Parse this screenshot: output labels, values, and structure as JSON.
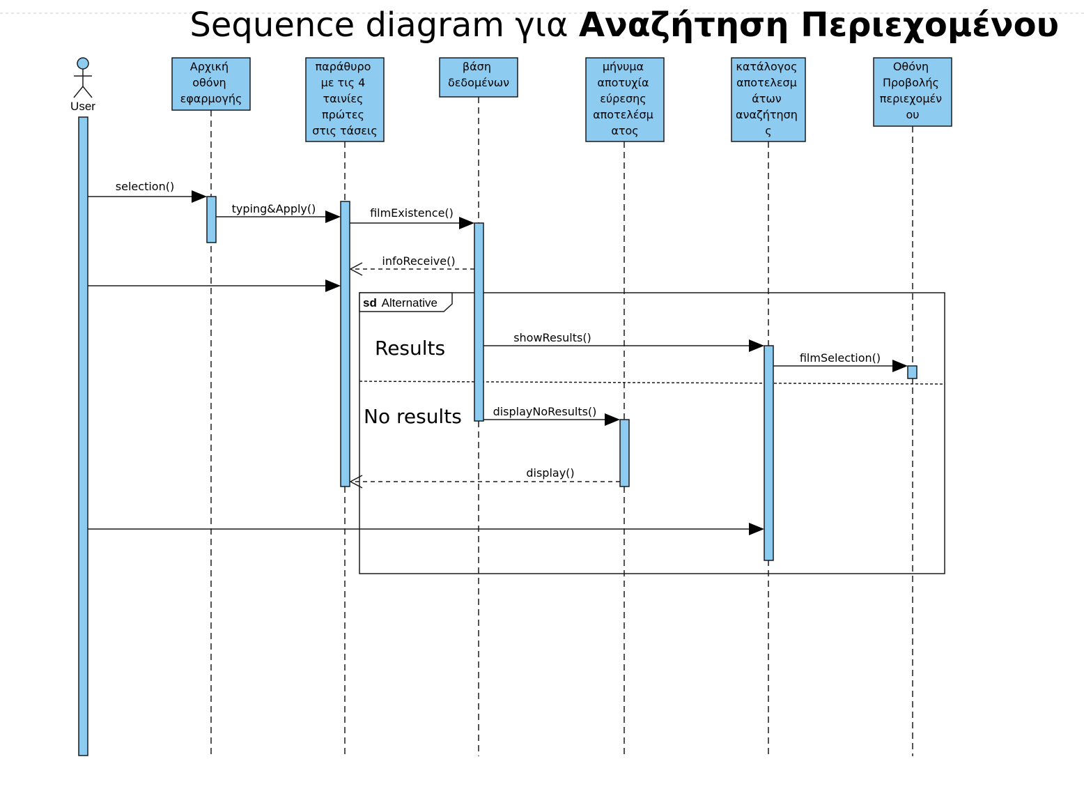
{
  "title": {
    "prefix": "Sequence diagram για ",
    "emphasis": "Αναζήτηση Περιεχομένου"
  },
  "colors": {
    "box_fill": "#8ecbf0",
    "stroke": "#1a1a1a"
  },
  "actor": {
    "name": "User",
    "icon": "stick-figure-icon"
  },
  "participants": [
    {
      "id": "home",
      "lines": [
        "Αρχική",
        "οθόνη",
        "εφαρμογής"
      ]
    },
    {
      "id": "window",
      "lines": [
        "παράθυρο",
        "με τις 4",
        "ταινίες",
        "πρώτες",
        "στις τάσεις"
      ]
    },
    {
      "id": "db",
      "lines": [
        "βάση",
        "δεδομένων"
      ]
    },
    {
      "id": "fail",
      "lines": [
        "μήνυμα",
        "αποτυχία",
        "εύρεσης",
        "αποτελέσμ",
        "ατος"
      ]
    },
    {
      "id": "catalog",
      "lines": [
        "κατάλογος",
        "αποτελεσμ",
        "άτων",
        "αναζήτηση",
        "ς"
      ]
    },
    {
      "id": "screen",
      "lines": [
        "Οθόνη",
        "Προβολής",
        "περιεχομέν",
        "ου"
      ]
    }
  ],
  "messages": [
    {
      "id": "selection",
      "label": "selection()",
      "type": "sync"
    },
    {
      "id": "typing",
      "label": "typing&Apply()",
      "type": "sync"
    },
    {
      "id": "film-existence",
      "label": "filmExistence()",
      "type": "sync"
    },
    {
      "id": "info-receive",
      "label": "infoReceive()",
      "type": "return"
    },
    {
      "id": "user-to-window",
      "label": "",
      "type": "sync"
    },
    {
      "id": "show-results",
      "label": "showResults()",
      "type": "sync"
    },
    {
      "id": "film-selection",
      "label": "filmSelection()",
      "type": "sync"
    },
    {
      "id": "display-no-results",
      "label": "displayNoResults()",
      "type": "sync"
    },
    {
      "id": "display",
      "label": "display()",
      "type": "return"
    },
    {
      "id": "user-to-catalog",
      "label": "",
      "type": "sync"
    }
  ],
  "fragment": {
    "keyword": "sd",
    "name": "Alternative",
    "operands": [
      "Results",
      "No results"
    ]
  }
}
